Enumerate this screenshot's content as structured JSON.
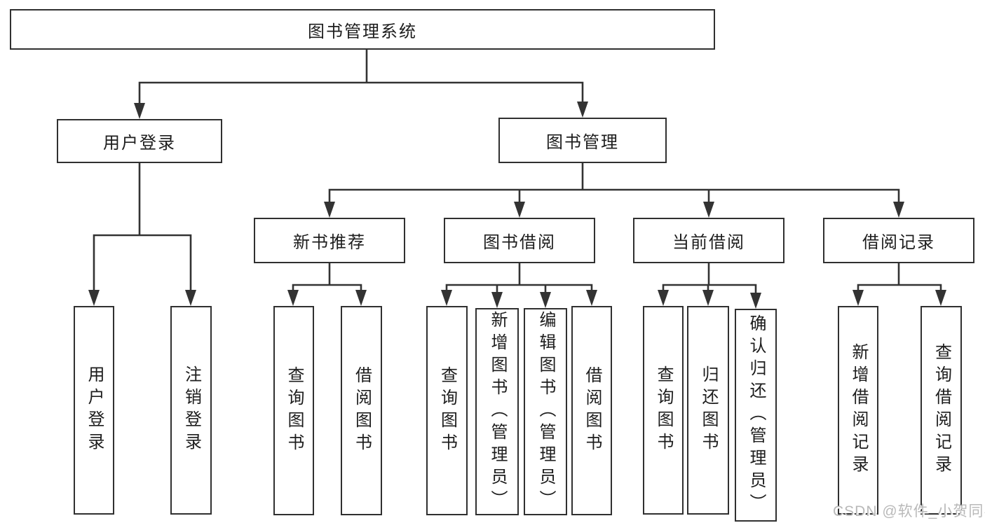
{
  "tree": {
    "root": {
      "label": "图书管理系统"
    },
    "level2": [
      {
        "label": "用户登录",
        "children": [
          {
            "label": "用户登录"
          },
          {
            "label": "注销登录"
          }
        ]
      },
      {
        "label": "图书管理",
        "children": [
          {
            "label": "新书推荐",
            "children": [
              {
                "label": "查询图书"
              },
              {
                "label": "借阅图书"
              }
            ]
          },
          {
            "label": "图书借阅",
            "children": [
              {
                "label": "查询图书"
              },
              {
                "label": "新增图书（管理员）"
              },
              {
                "label": "编辑图书（管理员）"
              },
              {
                "label": "借阅图书"
              }
            ]
          },
          {
            "label": "当前借阅",
            "children": [
              {
                "label": "查询图书"
              },
              {
                "label": "归还图书"
              },
              {
                "label": "确认归还（管理员）"
              }
            ]
          },
          {
            "label": "借阅记录",
            "children": [
              {
                "label": "新增借阅记录"
              },
              {
                "label": "查询借阅记录"
              }
            ]
          }
        ]
      }
    ]
  },
  "watermark": {
    "text": "CSDN @软件_小贺同学"
  },
  "colors": {
    "line": "#333333",
    "box_border": "#303030",
    "box_fill": "#ffffff",
    "text": "#1d1d1d",
    "watermark": "#b9b9b9",
    "background": "#ffffff"
  }
}
